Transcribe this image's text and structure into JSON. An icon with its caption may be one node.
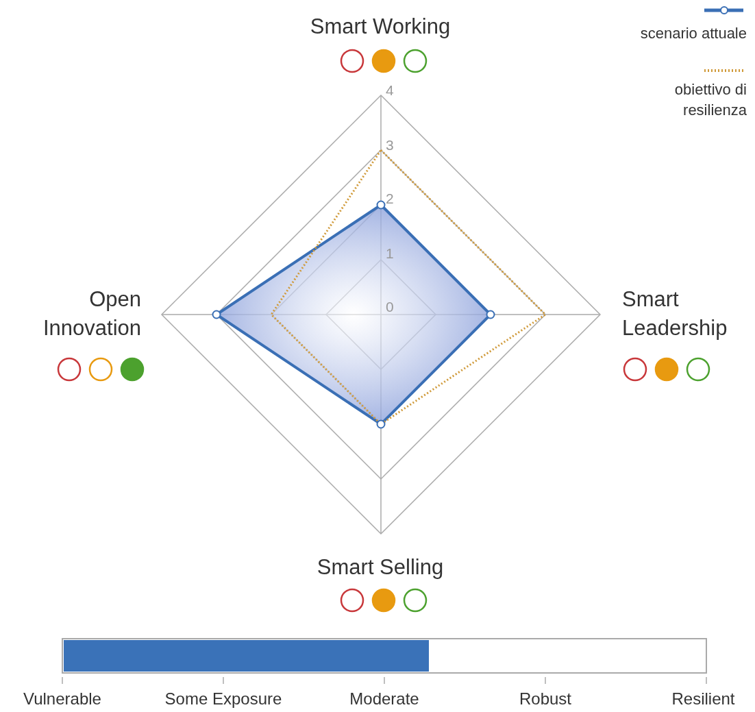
{
  "diagram": {
    "labels": [
      "Smart Working",
      "4",
      "3",
      "2",
      "1",
      "0",
      "Open Innovation",
      "Smart Leadership",
      "Smart Selling",
      "Vulnerable",
      "Some Exposure",
      "Moderate",
      "Robust",
      "Resilient"
    ],
    "legend": [
      {
        "text": "scenario attuale"
      },
      {
        "text": "obiettivo di resilienza"
      }
    ]
  }
}
